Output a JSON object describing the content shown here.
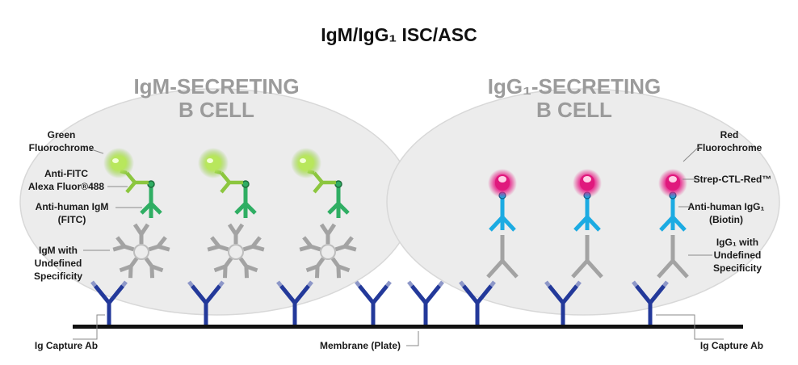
{
  "title": "IgM/IgG₁ ISC/ASC",
  "cells": [
    {
      "title_line1": "IgM-SECRETING",
      "title_line2": "B CELL"
    },
    {
      "title_line1": "IgG₁-SECRETING",
      "title_line2": "B CELL"
    }
  ],
  "labels": {
    "green_fluoro_1": "Green",
    "green_fluoro_2": "Fluorochrome",
    "anti_fitc_1": "Anti-FITC",
    "anti_fitc_2": "Alexa Fluor®488",
    "anti_igm_1": "Anti-human IgM",
    "anti_igm_2": "(FITC)",
    "igm_1": "IgM with",
    "igm_2": "Undefined",
    "igm_3": "Specificity",
    "red_fluoro_1": "Red",
    "red_fluoro_2": "Fluorochrome",
    "strep": "Strep-CTL-Red™",
    "anti_igg_1": "Anti-human IgG₁",
    "anti_igg_2": "(Biotin)",
    "igg_1": "IgG₁ with",
    "igg_2": "Undefined",
    "igg_3": "Specificity",
    "capture_left": "Ig Capture Ab",
    "capture_right": "Ig Capture Ab",
    "membrane": "Membrane (Plate)"
  },
  "colors": {
    "cell_fill": "#ececec",
    "capture_ab": "#23399a",
    "membrane": "#111111",
    "igm_gray": "#a3a3a3",
    "anti_igm_green": "#2fae63",
    "anti_fitc_green": "#8cc63f",
    "green_fluor": "#a8e04a",
    "anti_igg_cyan": "#1cabe2",
    "red_fluor": "#e0197d"
  }
}
